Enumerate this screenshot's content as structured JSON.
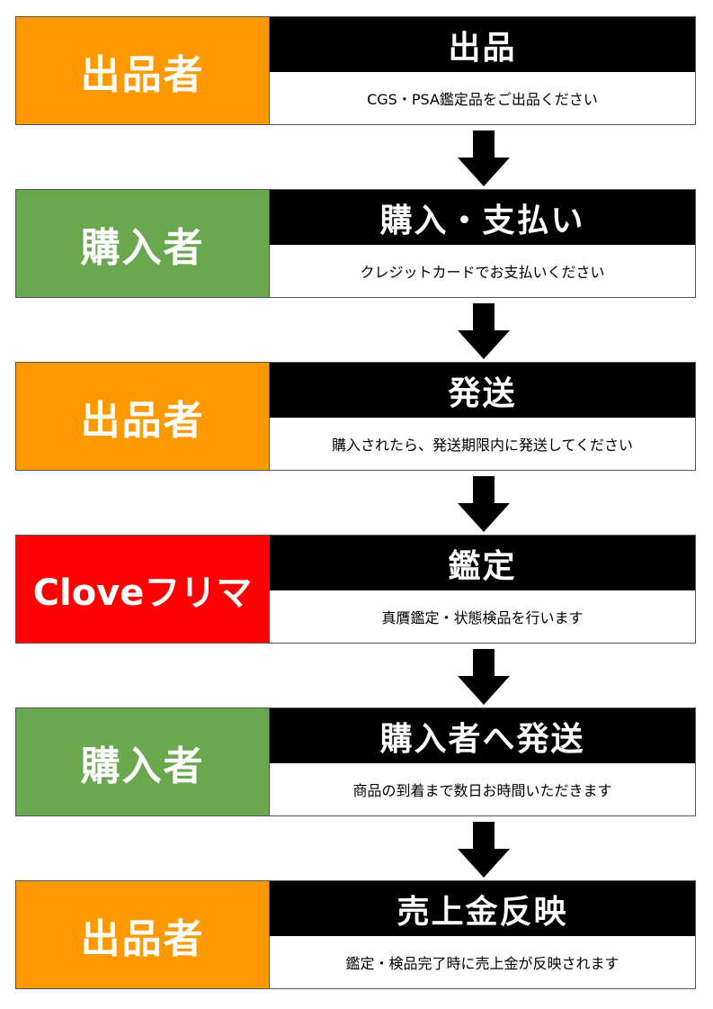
{
  "colors": {
    "seller": "#ff9900",
    "buyer": "#6aa84f",
    "platform": "#ff0000",
    "title_bar": "#000000"
  },
  "steps": [
    {
      "actor": "出品者",
      "actor_role": "seller",
      "title": "出品",
      "description": "CGS・PSA鑑定品をご出品ください"
    },
    {
      "actor": "購入者",
      "actor_role": "buyer",
      "title": "購入・支払い",
      "description": "クレジットカードでお支払いください"
    },
    {
      "actor": "出品者",
      "actor_role": "seller",
      "title": "発送",
      "description": "購入されたら、発送期限内に発送してください"
    },
    {
      "actor": "Cloveフリマ",
      "actor_role": "platform",
      "title": "鑑定",
      "description": "真贋鑑定・状態検品を行います"
    },
    {
      "actor": "購入者",
      "actor_role": "buyer",
      "title": "購入者へ発送",
      "description": "商品の到着まで数日お時間いただきます"
    },
    {
      "actor": "出品者",
      "actor_role": "seller",
      "title": "売上金反映",
      "description": "鑑定・検品完了時に売上金が反映されます"
    }
  ]
}
